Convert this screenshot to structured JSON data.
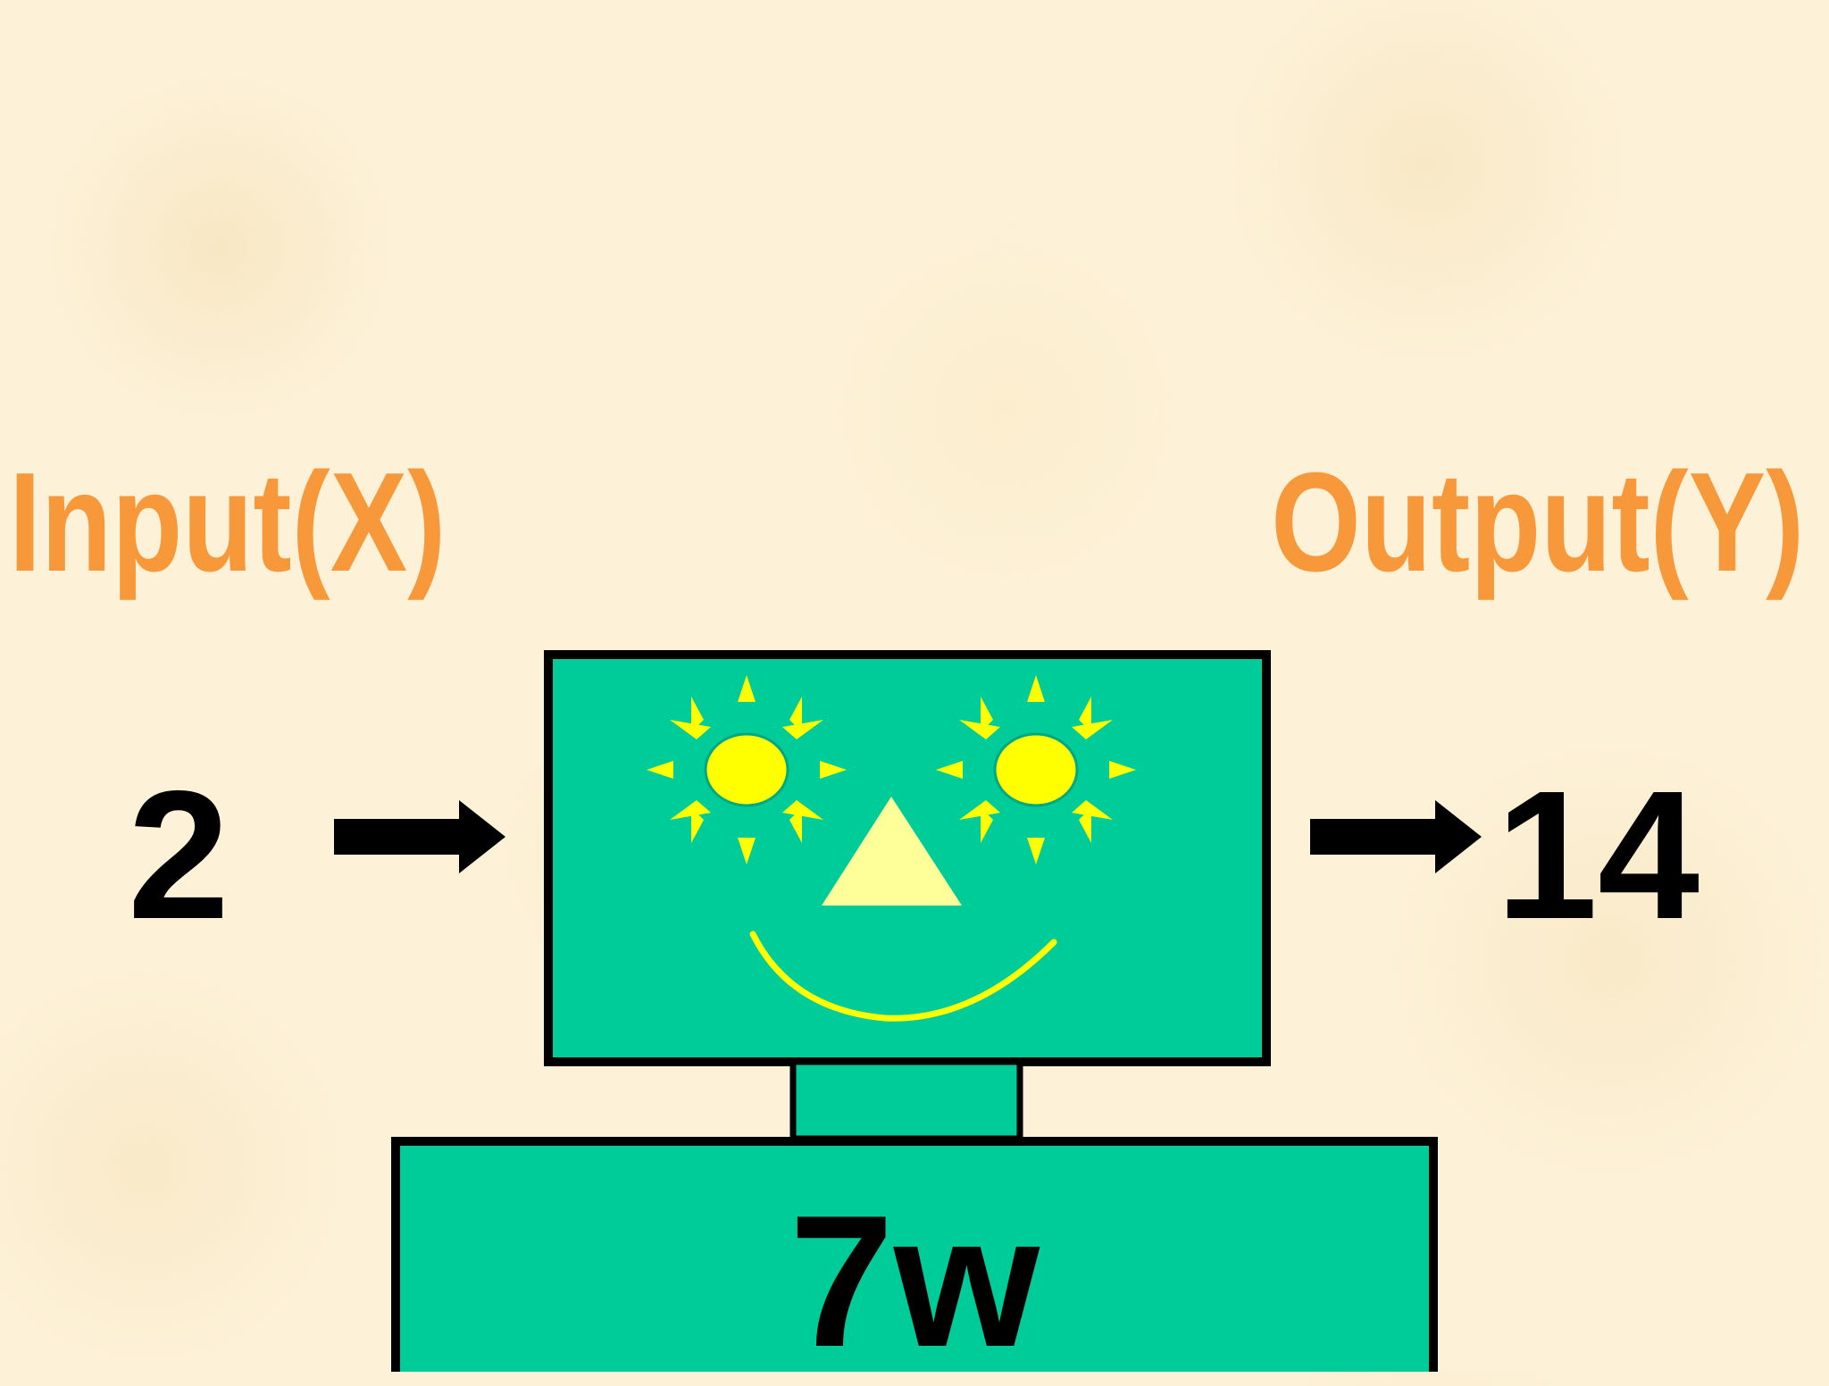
{
  "labels": {
    "input": "Input(X)",
    "output": "Output(Y)"
  },
  "values": {
    "input": "2",
    "output": "14"
  },
  "machine": {
    "rule": "7w"
  },
  "icons": [
    "right-arrow-icon",
    "sun-eye-icon",
    "triangle-nose-icon",
    "smile-mouth-icon"
  ],
  "colors": {
    "background": "#fdf1d8",
    "label": "#f7983a",
    "text": "#000000",
    "machine": "#00cc99",
    "sun": "#ffff00",
    "nose": "#ffff99",
    "outline": "#000000"
  }
}
